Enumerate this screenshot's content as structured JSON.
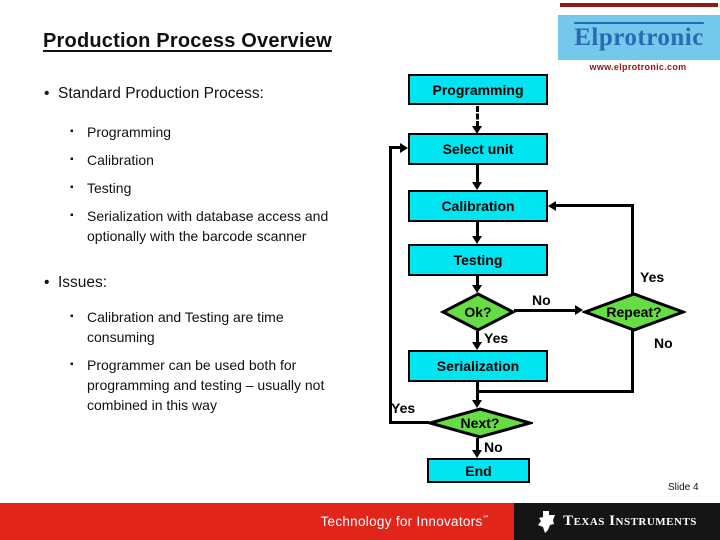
{
  "slide": {
    "title": "Production Process Overview",
    "slide_number": "Slide 4"
  },
  "logo": {
    "name": "Elprotronic",
    "url_text": "www.elprotronic.com"
  },
  "bullets": {
    "marker": "•",
    "submarker": "▪",
    "section1": {
      "label": "Standard Production Process:",
      "items": [
        "Programming",
        "Calibration",
        "Testing",
        "Serialization with database access and optionally with the barcode scanner"
      ]
    },
    "section2": {
      "label": "Issues:",
      "items": [
        "Calibration and Testing are time consuming",
        "Programmer can be used both for programming and testing – usually not combined in this way"
      ]
    }
  },
  "flowchart": {
    "nodes": {
      "programming": "Programming",
      "select_unit": "Select unit",
      "calibration": "Calibration",
      "testing": "Testing",
      "serialization": "Serialization",
      "end": "End"
    },
    "decisions": {
      "ok": "Ok?",
      "repeat": "Repeat?",
      "next": "Next?"
    },
    "edge_labels": {
      "ok_no": "No",
      "ok_yes": "Yes",
      "repeat_yes": "Yes",
      "repeat_no": "No",
      "next_yes": "Yes",
      "next_no": "No"
    }
  },
  "footer": {
    "tagline": "Technology for Innovators",
    "tagline_mark": "℠",
    "brand": "Texas Instruments"
  },
  "colors": {
    "node_fill": "#00e5f0",
    "decision_fill": "#66dd44",
    "logo_bg": "#74c9ea",
    "logo_text": "#2a69b5",
    "logo_accent": "#8e1a12",
    "footer_red": "#e1251b",
    "footer_black": "#151515"
  }
}
